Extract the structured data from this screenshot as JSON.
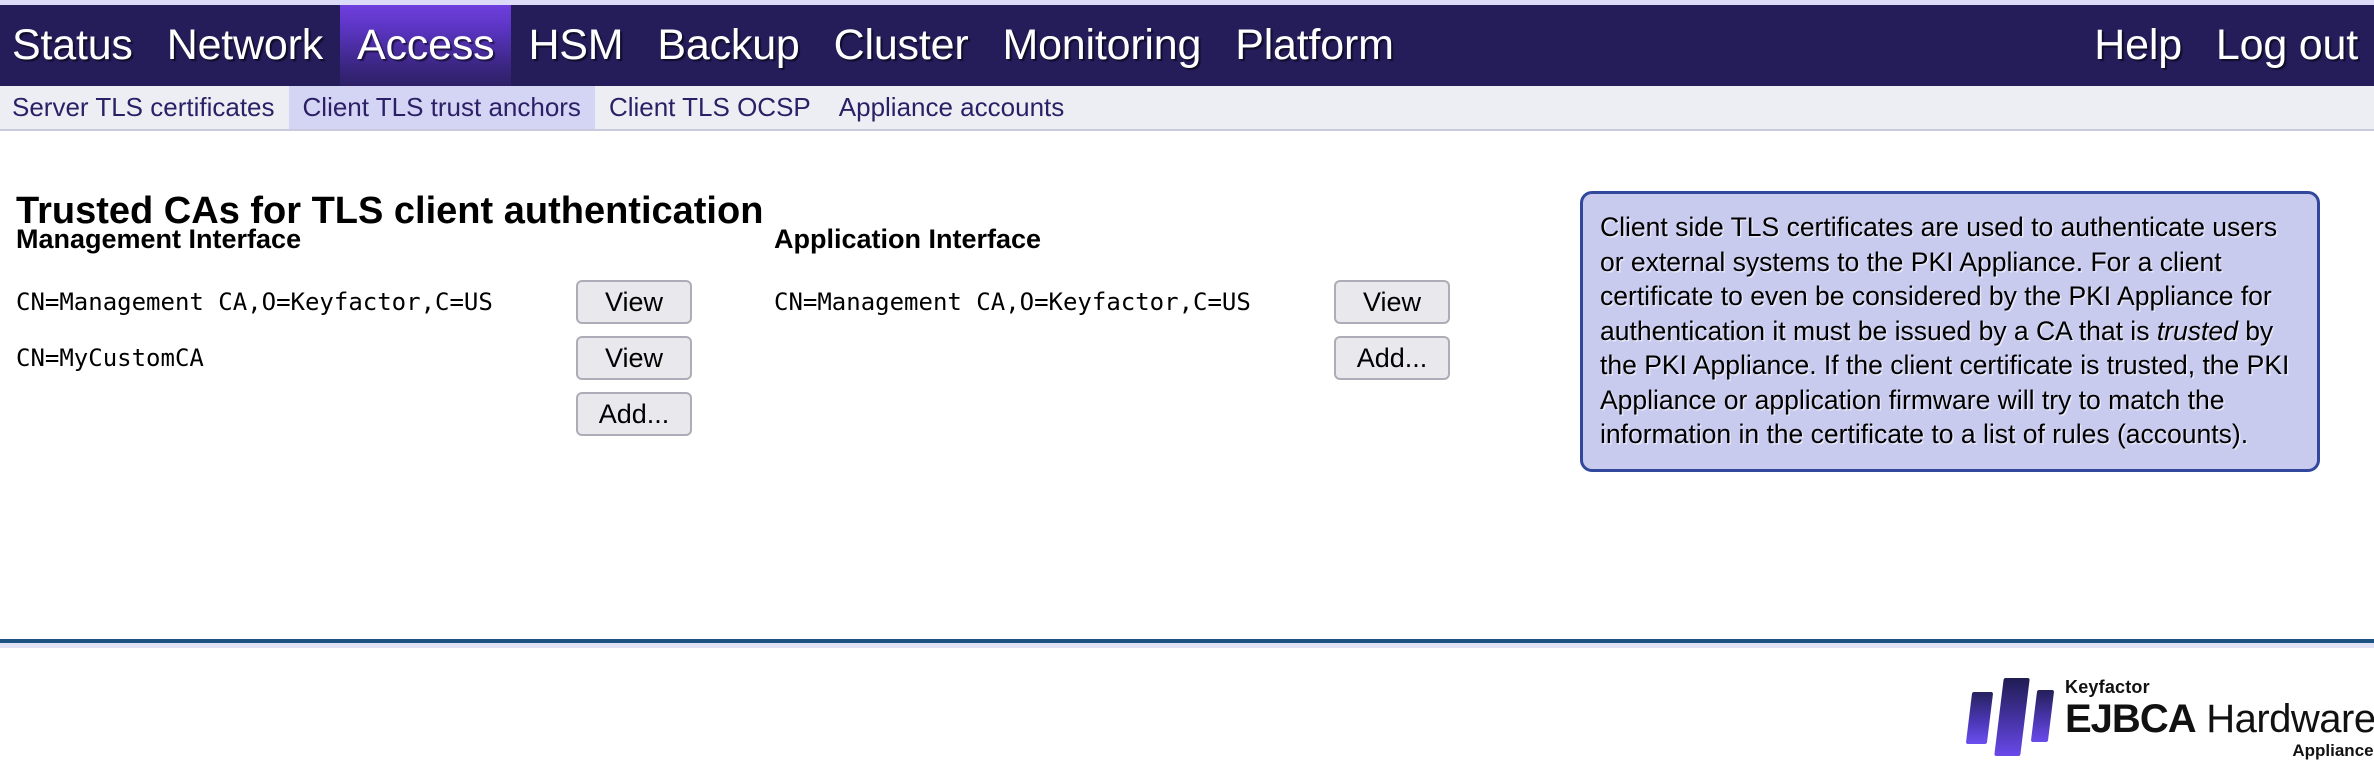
{
  "app": {
    "title": "Trusted CAs for TLS client authentication"
  },
  "mainnav": {
    "items": [
      {
        "label": "Status",
        "active": false
      },
      {
        "label": "Network",
        "active": false
      },
      {
        "label": "Access",
        "active": true
      },
      {
        "label": "HSM",
        "active": false
      },
      {
        "label": "Backup",
        "active": false
      },
      {
        "label": "Cluster",
        "active": false
      },
      {
        "label": "Monitoring",
        "active": false
      },
      {
        "label": "Platform",
        "active": false
      }
    ],
    "right": [
      {
        "label": "Help"
      },
      {
        "label": "Log out"
      }
    ]
  },
  "subnav": {
    "items": [
      {
        "label": "Server TLS certificates",
        "active": false
      },
      {
        "label": "Client TLS trust anchors",
        "active": true
      },
      {
        "label": "Client TLS OCSP",
        "active": false
      },
      {
        "label": "Appliance accounts",
        "active": false
      }
    ]
  },
  "main": {
    "heading": "Trusted CAs for TLS client authentication",
    "management_interface": {
      "heading": "Management Interface",
      "rows": [
        {
          "dn": "CN=Management CA,O=Keyfactor,C=US",
          "action": "View"
        },
        {
          "dn": "CN=MyCustomCA",
          "action": "View"
        }
      ],
      "add_label": "Add..."
    },
    "application_interface": {
      "heading": "Application Interface",
      "rows": [
        {
          "dn": "CN=Management CA,O=Keyfactor,C=US",
          "action": "View"
        }
      ],
      "add_label": "Add..."
    }
  },
  "info_panel": {
    "part1": "Client side TLS certificates are used to authenticate users or external systems to the PKI Appliance. For a client certificate to even be considered by the PKI Appliance for authentication it must be issued by a CA that is ",
    "emphasis": "trusted",
    "part2": " by the PKI Appliance. If the client certificate is trusted, the PKI Appliance or application firmware will try to match the information in the certificate to a list of rules (accounts)."
  },
  "logo": {
    "brand": "Keyfactor",
    "product": "EJBCA",
    "product_suffix": "Hardware",
    "edition": "Appliance"
  },
  "colors": {
    "nav_background": "#251c5a",
    "nav_active_top": "#6e3fdd",
    "subnav_background": "#edeef4",
    "subnav_active": "#d4d4f4",
    "subnav_text": "#2b1f66",
    "panel_background": "#c9cbee",
    "panel_border": "#31489c",
    "footer_rule": "#1d5383",
    "button_face": "#e9e9ed",
    "button_border": "#adadb8"
  }
}
